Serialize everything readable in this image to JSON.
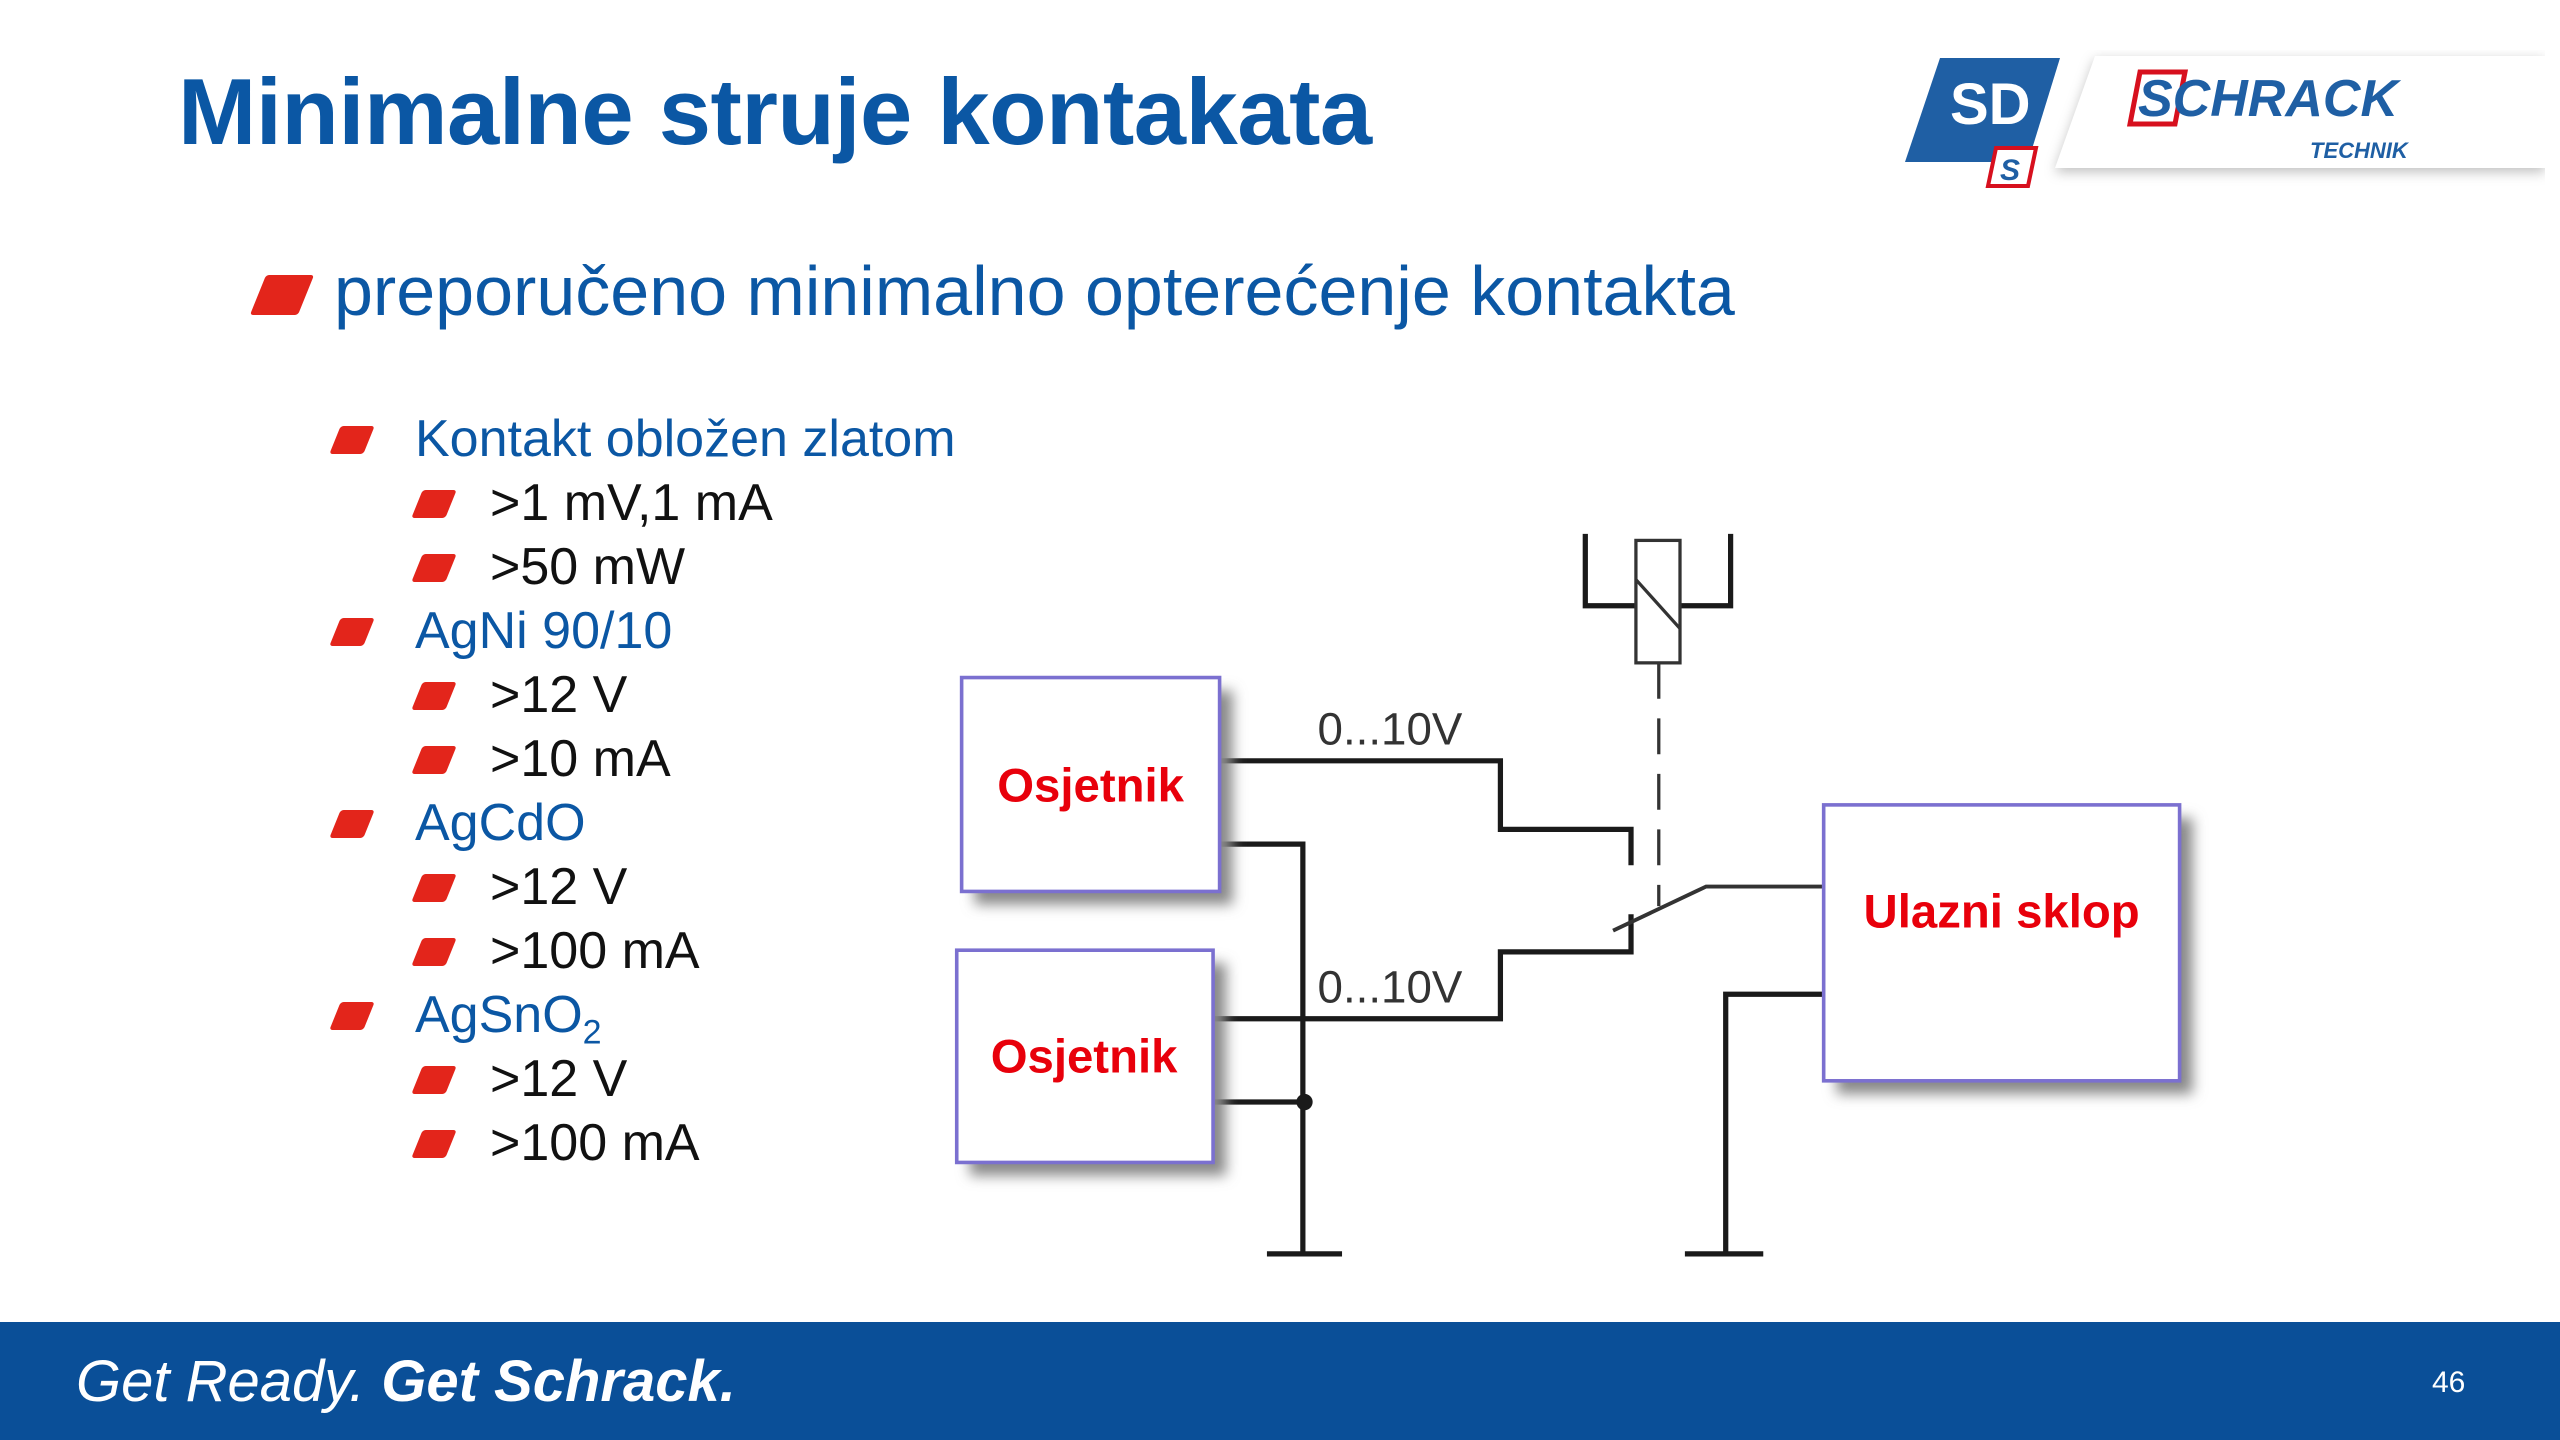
{
  "title": "Minimalne struje kontakata",
  "main_bullet": "preporučeno minimalno opterećenje kontakta",
  "list": [
    {
      "level": 2,
      "text": "Kontakt obložen zlatom",
      "style": "blue"
    },
    {
      "level": 3,
      "text": ">1 mV,1 mA",
      "style": "black"
    },
    {
      "level": 3,
      "text": ">50 mW",
      "style": "black"
    },
    {
      "level": 2,
      "text": "AgNi 90/10",
      "style": "blue"
    },
    {
      "level": 3,
      "text": ">12 V",
      "style": "black"
    },
    {
      "level": 3,
      "text": ">10 mA",
      "style": "black"
    },
    {
      "level": 2,
      "text": "AgCdO",
      "style": "blue"
    },
    {
      "level": 3,
      "text": ">12 V",
      "style": "black"
    },
    {
      "level": 3,
      "text": ">100 mA",
      "style": "black"
    },
    {
      "level": 2,
      "text": "AgSnO",
      "sub": "2",
      "style": "blue"
    },
    {
      "level": 3,
      "text": ">12 V",
      "style": "black"
    },
    {
      "level": 3,
      "text": ">100 mA",
      "style": "black"
    }
  ],
  "diagram": {
    "sensor1": "Osjetnik",
    "sensor2": "Osjetnik",
    "input": "Ulazni sklop",
    "voltage1": "0...10V",
    "voltage2": "0...10V"
  },
  "logo": {
    "sd": "SD",
    "s": "S",
    "brand": "SCHRACK",
    "sub": "TECHNIK"
  },
  "footer": {
    "slogan_light": "Get Ready.",
    "slogan_bold": "Get Schrack.",
    "page": "46"
  },
  "colors": {
    "blue": "#0b57a4",
    "red": "#e3251b",
    "footer": "#0a4f98",
    "box_border": "#7b70d0",
    "label_red": "#e8000b"
  }
}
